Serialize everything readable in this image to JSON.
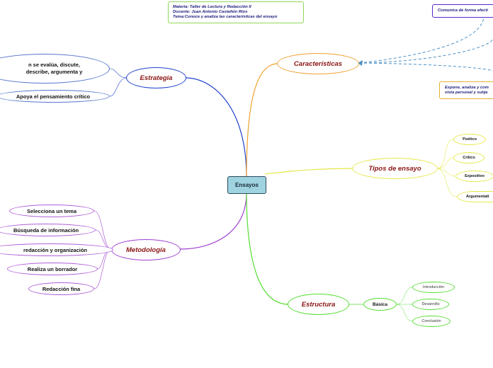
{
  "info": {
    "lines": [
      "Materia: Taller de Lectura y Redacción II",
      "Docente: Juan Antonio Castañón Rios",
      "Tema:Conoce y analiza las características del ensayo"
    ]
  },
  "center": {
    "label": "Ensayos"
  },
  "caracteristicas": {
    "label": "Características",
    "notes": [
      "Comunica de forma efecti",
      "Expone, analiza y com",
      "vista personal y subje"
    ]
  },
  "estrategia": {
    "label": "Estrategia",
    "items": [
      {
        "lines": [
          "n se evalúa, discute,",
          "describe, argumenta y"
        ]
      },
      {
        "lines": [
          "Apoya el pensamiento crítico"
        ]
      }
    ]
  },
  "tipos": {
    "label": "Tipos de ensayo",
    "items": [
      "Poético",
      "Crítico",
      "Expositivo",
      "Argumentati"
    ]
  },
  "metodologia": {
    "label": "Metodología",
    "items": [
      "Selecciona un tema",
      "Búsqueda de información",
      "redacción y organización",
      "Realiza un borrador",
      "Redacción fina"
    ]
  },
  "estructura": {
    "label": "Estructura",
    "sub": "Básica",
    "items": [
      "Introducción",
      "Desarrollo",
      "Conclusión"
    ]
  },
  "colors": {
    "estrategia": "#2244cc",
    "caracteristicas": "#f0a030",
    "tipos": "#e6e84a",
    "metodologia": "#a040d0",
    "estructura": "#55dd33",
    "notes": "#4a90c8",
    "center_fill": "#9fd3e0"
  }
}
